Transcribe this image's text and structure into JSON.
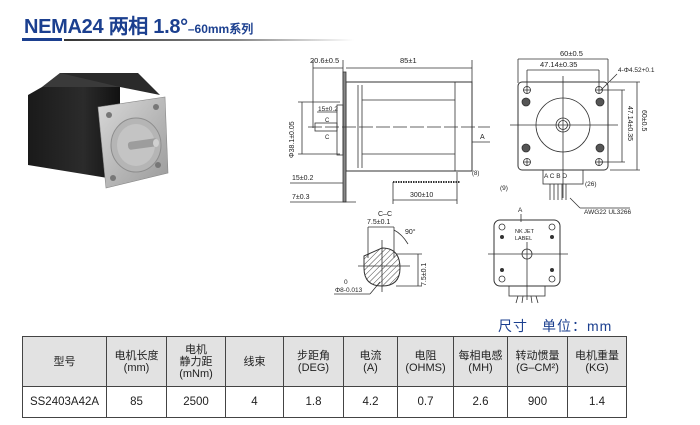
{
  "header": {
    "title_main": "NEMA24 两相 1.8°",
    "title_sub": "–60mm系列",
    "accent_color": "#1b3f8f"
  },
  "photo": {
    "icon": "stepper-motor-photo"
  },
  "side_view": {
    "dims": {
      "flange_to_shaft": "20.6±0.5",
      "body_length": "85±1",
      "boss_diameter": "Φ38.1±0.05",
      "flat_length": "15±0.2",
      "flange_thickness": "15±0.2",
      "boss_height": "7±0.3",
      "lead_length": "300±10",
      "lead_offset": "(8)",
      "section_mark": "C",
      "view_arrow": "A"
    }
  },
  "front_view": {
    "dims": {
      "width": "60±0.5",
      "hole_spacing_h": "47.14±0.35",
      "hole_spec": "4-Φ4.52+0.1",
      "hole_spacing_v": "47.14±0.35",
      "height": "60±0.5",
      "lead_labels": "A C  B D",
      "lead_exit_height": "(9)",
      "connector_width": "(26)",
      "wire_spec": "AWG22  UL3266"
    }
  },
  "section_view": {
    "dims": {
      "title": "C–C",
      "flat_width": "7.5±0.1",
      "angle": "90°",
      "flat_height": "7.5±0.1",
      "tol_upper": "0",
      "shaft_diameter": "Φ8-0.013"
    }
  },
  "rear_view": {
    "dims": {
      "arrow": "A",
      "label_line1": "NK JET",
      "label_line2": "LABEL"
    }
  },
  "units": {
    "label": "尺寸",
    "unit": "单位：mm"
  },
  "spec_table": {
    "headers": [
      {
        "line1": "型号",
        "line2": "",
        "line3": ""
      },
      {
        "line1": "电机长度",
        "line2": "(mm)",
        "line3": ""
      },
      {
        "line1": "电机",
        "line2": "静力距",
        "line3": "(mNm)"
      },
      {
        "line1": "线束",
        "line2": "",
        "line3": ""
      },
      {
        "line1": "步距角",
        "line2": "(DEG)",
        "line3": ""
      },
      {
        "line1": "电流",
        "line2": "(A)",
        "line3": ""
      },
      {
        "line1": "电阻",
        "line2": "(OHMS)",
        "line3": ""
      },
      {
        "line1": "每相电感",
        "line2": "(MH)",
        "line3": ""
      },
      {
        "line1": "转动惯量",
        "line2": "(G–CM²)",
        "line3": ""
      },
      {
        "line1": "电机重量",
        "line2": "(KG)",
        "line3": ""
      }
    ],
    "rows": [
      [
        "SS2403A42A",
        "85",
        "2500",
        "4",
        "1.8",
        "4.2",
        "0.7",
        "2.6",
        "900",
        "1.4"
      ]
    ]
  }
}
